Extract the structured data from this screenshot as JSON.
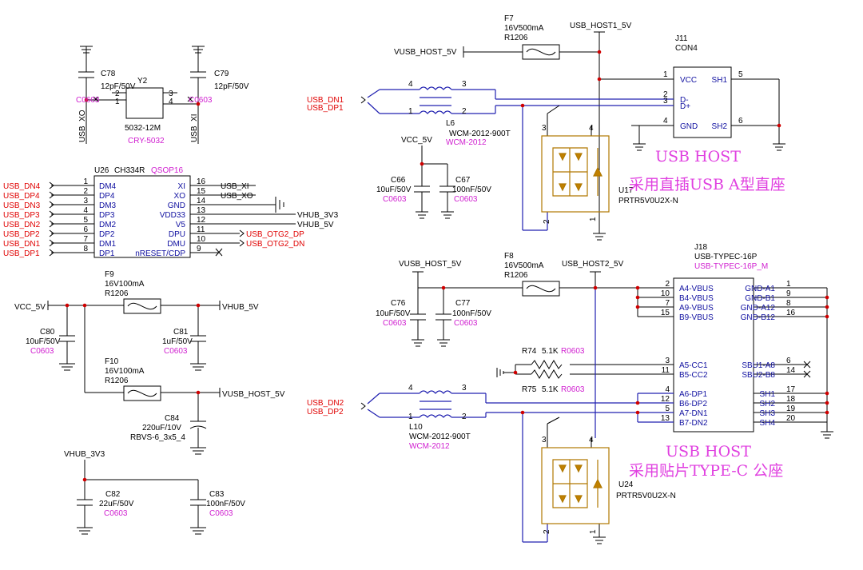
{
  "top_left": {
    "c78": {
      "ref": "C78",
      "val": "12pF/50V",
      "pkg": "C0603"
    },
    "c79": {
      "ref": "C79",
      "val": "12pF/50V",
      "pkg": "C0603"
    },
    "y2": {
      "ref": "Y2",
      "val": "5032-12M",
      "pkg": "CRY-5032",
      "p1": "1",
      "p2": "2",
      "p3": "3",
      "p4": "4"
    },
    "net_xo": "USB_XO",
    "net_xi": "USB_XI"
  },
  "hub_ic": {
    "ref": "U26",
    "part": "CH334R",
    "pkg": "QSOP16",
    "left_pins": [
      {
        "num": "1",
        "name": "DM4",
        "net": "USB_DN4"
      },
      {
        "num": "2",
        "name": "DP4",
        "net": "USB_DP4"
      },
      {
        "num": "3",
        "name": "DM3",
        "net": "USB_DN3"
      },
      {
        "num": "4",
        "name": "DP3",
        "net": "USB_DP3"
      },
      {
        "num": "5",
        "name": "DM2",
        "net": "USB_DN2"
      },
      {
        "num": "6",
        "name": "DP2",
        "net": "USB_DP2"
      },
      {
        "num": "7",
        "name": "DM1",
        "net": "USB_DN1"
      },
      {
        "num": "8",
        "name": "DP1",
        "net": "USB_DP1"
      }
    ],
    "right_pins": [
      {
        "num": "16",
        "name": "XI",
        "net": "USB_XI"
      },
      {
        "num": "15",
        "name": "XO",
        "net": "USB_XO"
      },
      {
        "num": "14",
        "name": "GND",
        "net": ""
      },
      {
        "num": "13",
        "name": "VDD33",
        "net": "VHUB_3V3"
      },
      {
        "num": "12",
        "name": "V5",
        "net": "VHUB_5V"
      },
      {
        "num": "11",
        "name": "DPU",
        "net": "USB_OTG2_DP"
      },
      {
        "num": "10",
        "name": "DMU",
        "net": "USB_OTG2_DN"
      },
      {
        "num": "9",
        "name": "nRESET/CDP",
        "net": ""
      }
    ]
  },
  "power_left": {
    "vcc_net": "VCC_5V",
    "f9": {
      "ref": "F9",
      "val": "16V100mA",
      "pkg": "R1206"
    },
    "vhub5v": "VHUB_5V",
    "c80": {
      "ref": "C80",
      "val": "10uF/50V",
      "pkg": "C0603"
    },
    "c81": {
      "ref": "C81",
      "val": "1uF/50V",
      "pkg": "C0603"
    },
    "f10": {
      "ref": "F10",
      "val": "16V100mA",
      "pkg": "R1206"
    },
    "vusbhost5v": "VUSB_HOST_5V",
    "c84": {
      "ref": "C84",
      "val": "220uF/10V",
      "pkg": "RBVS-6_3x5_4"
    },
    "vhub3v3": "VHUB_3V3",
    "c82": {
      "ref": "C82",
      "val": "22uF/50V",
      "pkg": "C0603"
    },
    "c83": {
      "ref": "C83",
      "val": "100nF/50V",
      "pkg": "C0603"
    }
  },
  "host1": {
    "f7": {
      "ref": "F7",
      "val": "16V500mA",
      "pkg": "R1206"
    },
    "vin": "VUSB_HOST_5V",
    "vout": "USB_HOST1_5V",
    "j11": {
      "ref": "J11",
      "part": "CON4",
      "pins": [
        {
          "num": "1",
          "name": "VCC"
        },
        {
          "num": "2",
          "name": "D-"
        },
        {
          "num": "3",
          "name": "D+"
        },
        {
          "num": "4",
          "name": "GND"
        }
      ],
      "shields": [
        {
          "num": "5",
          "name": "SH1"
        },
        {
          "num": "6",
          "name": "SH2"
        }
      ]
    },
    "dn": "USB_DN1",
    "dp": "USB_DP1",
    "l6": {
      "ref": "L6",
      "val": "WCM-2012-900T",
      "pkg": "WCM-2012",
      "p1": "1",
      "p2": "2",
      "p3": "3",
      "p4": "4"
    },
    "vcc": "VCC_5V",
    "c66": {
      "ref": "C66",
      "val": "10uF/50V",
      "pkg": "C0603"
    },
    "c67": {
      "ref": "C67",
      "val": "100nF/50V",
      "pkg": "C0603"
    },
    "u17": {
      "ref": "U17",
      "part": "PRTR5V0U2X-N",
      "p1": "1",
      "p2": "2",
      "p3": "3",
      "p4": "4"
    },
    "title": "USB  HOST",
    "subtitle": "采用直插USB A型直座"
  },
  "host2": {
    "vin": "VUSB_HOST_5V",
    "f8": {
      "ref": "F8",
      "val": "16V500mA",
      "pkg": "R1206"
    },
    "vout": "USB_HOST2_5V",
    "c76": {
      "ref": "C76",
      "val": "10uF/50V",
      "pkg": "C0603"
    },
    "c77": {
      "ref": "C77",
      "val": "100nF/50V",
      "pkg": "C0603"
    },
    "r74": {
      "ref": "R74",
      "val": "5.1K",
      "pkg": "R0603"
    },
    "r75": {
      "ref": "R75",
      "val": "5.1K",
      "pkg": "R0603"
    },
    "j18": {
      "ref": "J18",
      "part": "USB-TYPEC-16P",
      "pkg": "USB-TYPEC-16P_M",
      "left": [
        {
          "num": "2",
          "name": "A4-VBUS"
        },
        {
          "num": "10",
          "name": "B4-VBUS"
        },
        {
          "num": "7",
          "name": "A9-VBUS"
        },
        {
          "num": "15",
          "name": "B9-VBUS"
        },
        {
          "num": "3",
          "name": "A5-CC1"
        },
        {
          "num": "11",
          "name": "B5-CC2"
        },
        {
          "num": "4",
          "name": "A6-DP1"
        },
        {
          "num": "12",
          "name": "B6-DP2"
        },
        {
          "num": "5",
          "name": "A7-DN1"
        },
        {
          "num": "13",
          "name": "B7-DN2"
        }
      ],
      "right": [
        {
          "num": "1",
          "name": "GND-A1"
        },
        {
          "num": "9",
          "name": "GND-B1"
        },
        {
          "num": "8",
          "name": "GND-A12"
        },
        {
          "num": "16",
          "name": "GND-B12"
        },
        {
          "num": "6",
          "name": "SBU1-A8"
        },
        {
          "num": "14",
          "name": "SBU2-B8"
        },
        {
          "num": "17",
          "name": "SH1"
        },
        {
          "num": "18",
          "name": "SH2"
        },
        {
          "num": "19",
          "name": "SH3"
        },
        {
          "num": "20",
          "name": "SH4"
        }
      ]
    },
    "dn": "USB_DN2",
    "dp": "USB_DP2",
    "l10": {
      "ref": "L10",
      "val": "WCM-2012-900T",
      "pkg": "WCM-2012",
      "p1": "1",
      "p2": "2",
      "p3": "3",
      "p4": "4"
    },
    "u24": {
      "ref": "U24",
      "part": "PRTR5V0U2X-N",
      "p1": "1",
      "p2": "2",
      "p3": "3",
      "p4": "4"
    },
    "title": "USB  HOST",
    "subtitle": "采用贴片TYPE-C 公座"
  }
}
